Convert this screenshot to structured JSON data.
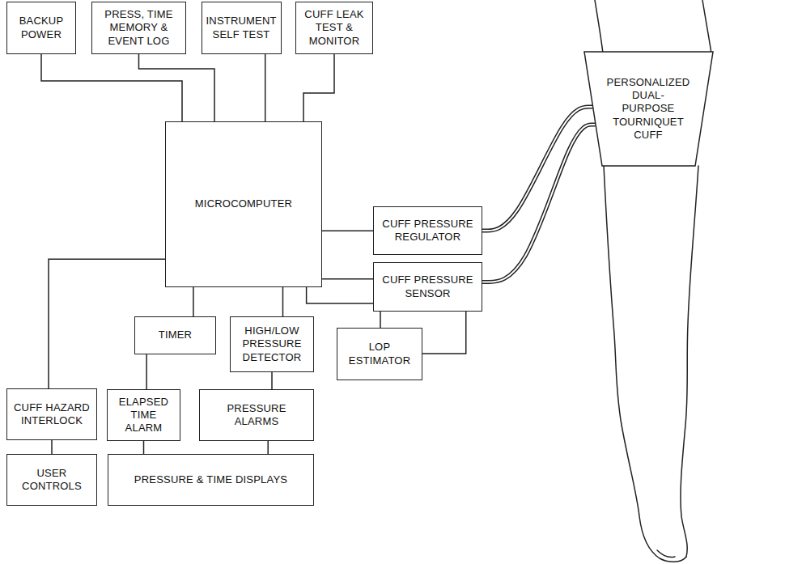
{
  "diagram": {
    "nodes": [
      {
        "text": [
          "BACKUP POWER"
        ]
      },
      {
        "text": [
          "PRESS, TIME MEMORY & EVENT LOG"
        ]
      },
      {
        "text": [
          "INSTRUMENT SELF TEST"
        ]
      },
      {
        "text": [
          "CUFF LEAK TEST & MONITOR"
        ]
      },
      {
        "text": [
          "MICROCOMPUTER"
        ]
      },
      {
        "text": [
          "CUFF PRESSURE REGULATOR"
        ]
      },
      {
        "text": [
          "CUFF PRESSURE SENSOR"
        ]
      },
      {
        "text": [
          "TIMER"
        ]
      },
      {
        "text": [
          "HIGH/LOW PRESSURE DETECTOR"
        ]
      },
      {
        "text": [
          "LOP ESTIMATOR"
        ]
      },
      {
        "text": [
          "CUFF HAZARD INTERLOCK"
        ]
      },
      {
        "text": [
          "ELAPSED TIME ALARM"
        ]
      },
      {
        "text": [
          "PRESSURE ALARMS"
        ]
      },
      {
        "text": [
          "USER CONTROLS"
        ]
      },
      {
        "text": [
          "PRESSURE & TIME DISPLAYS"
        ]
      },
      {
        "text": [
          "PERSONALIZED DUAL-PURPOSE TOURNIQUET CUFF"
        ]
      }
    ],
    "edges": [
      {
        "from": 0,
        "to": 4,
        "arrow": "none"
      },
      {
        "from": 1,
        "to": 4,
        "arrow": "none"
      },
      {
        "from": 2,
        "to": 4,
        "arrow": "none"
      },
      {
        "from": 3,
        "to": 4,
        "arrow": "none"
      },
      {
        "from": 4,
        "to": 5,
        "arrow": "none"
      },
      {
        "from": 4,
        "to": 6,
        "arrow": "none"
      },
      {
        "from": 4,
        "to": 7,
        "arrow": "none"
      },
      {
        "from": 4,
        "to": 8,
        "arrow": "none"
      },
      {
        "from": 4,
        "to": 9,
        "arrow": "none"
      },
      {
        "from": 6,
        "to": 9,
        "arrow": "none"
      },
      {
        "from": 4,
        "to": 10,
        "arrow": "none"
      },
      {
        "from": 7,
        "to": 11,
        "arrow": "none"
      },
      {
        "from": 8,
        "to": 12,
        "arrow": "none"
      },
      {
        "from": 10,
        "to": 13,
        "arrow": "none"
      },
      {
        "from": 11,
        "to": 14,
        "arrow": "none"
      },
      {
        "from": 12,
        "to": 14,
        "arrow": "none"
      },
      {
        "from": 5,
        "to": 15,
        "arrow": "none"
      },
      {
        "from": 6,
        "to": 15,
        "arrow": "none"
      }
    ]
  }
}
